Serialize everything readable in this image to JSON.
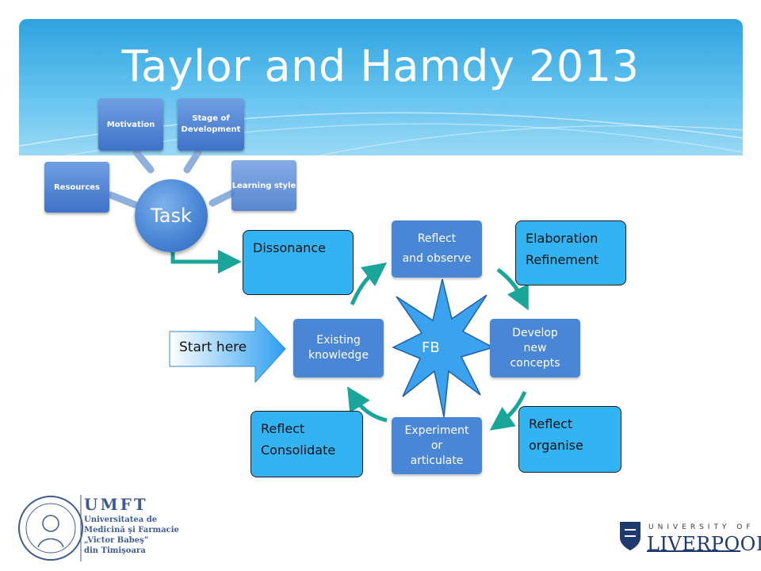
{
  "slide": {
    "title": "Taylor and Hamdy 2013"
  },
  "task_diagram": {
    "center": "Task",
    "inputs": [
      "Resources",
      "Motivation",
      "Stage of Development",
      "Learning style"
    ]
  },
  "cycle": {
    "start_label": "Start here",
    "center_label": "FB",
    "boxes": {
      "existing": "Existing knowledge",
      "reflect_observe_1": "Reflect",
      "reflect_observe_2": "and observe",
      "develop": "Develop new concepts",
      "experiment_1": "Experiment or",
      "experiment_2": "articulate"
    },
    "notes": {
      "dissonance": "Dissonance",
      "elaboration_1": "Elaboration",
      "elaboration_2": "Refinement",
      "organise_1": "Reflect",
      "organise_2": "organise",
      "consolidate_1": "Reflect",
      "consolidate_2": "Consolidate"
    }
  },
  "logos": {
    "umft": {
      "name": "UMFT",
      "line1": "Universitatea de",
      "line2": "Medicină şi Farmacie",
      "line3": "„Victor Babeş”",
      "line4": "din Timişoara"
    },
    "liverpool": {
      "top": "UNIVERSITY OF",
      "name": "LIVERPOOL"
    }
  },
  "colors": {
    "banner": "#2fa3e0",
    "box": "#4a86d6",
    "note": "#32b4f4",
    "arrow": "#1aa59a"
  }
}
